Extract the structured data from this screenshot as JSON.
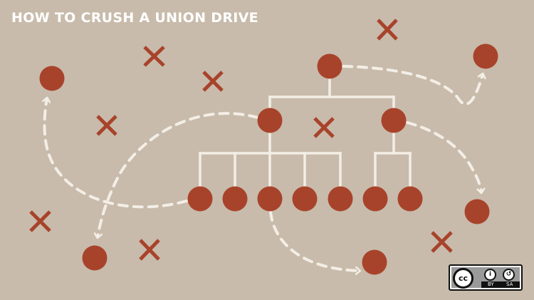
{
  "title": "HOW TO CRUSH A UNION DRIVE",
  "colors": {
    "background": "#c8bbab",
    "node": "#a8432b",
    "marker": "#a8432b",
    "line": "#f3eee6",
    "title": "#ffffff"
  },
  "license_badge": {
    "cc_symbol": "cc",
    "by_symbol": "i",
    "sa_symbol": "↺",
    "by_label": "BY",
    "sa_label": "SA"
  },
  "icons": {
    "x_marker": "x-mark-icon",
    "node": "circle-node-icon"
  }
}
